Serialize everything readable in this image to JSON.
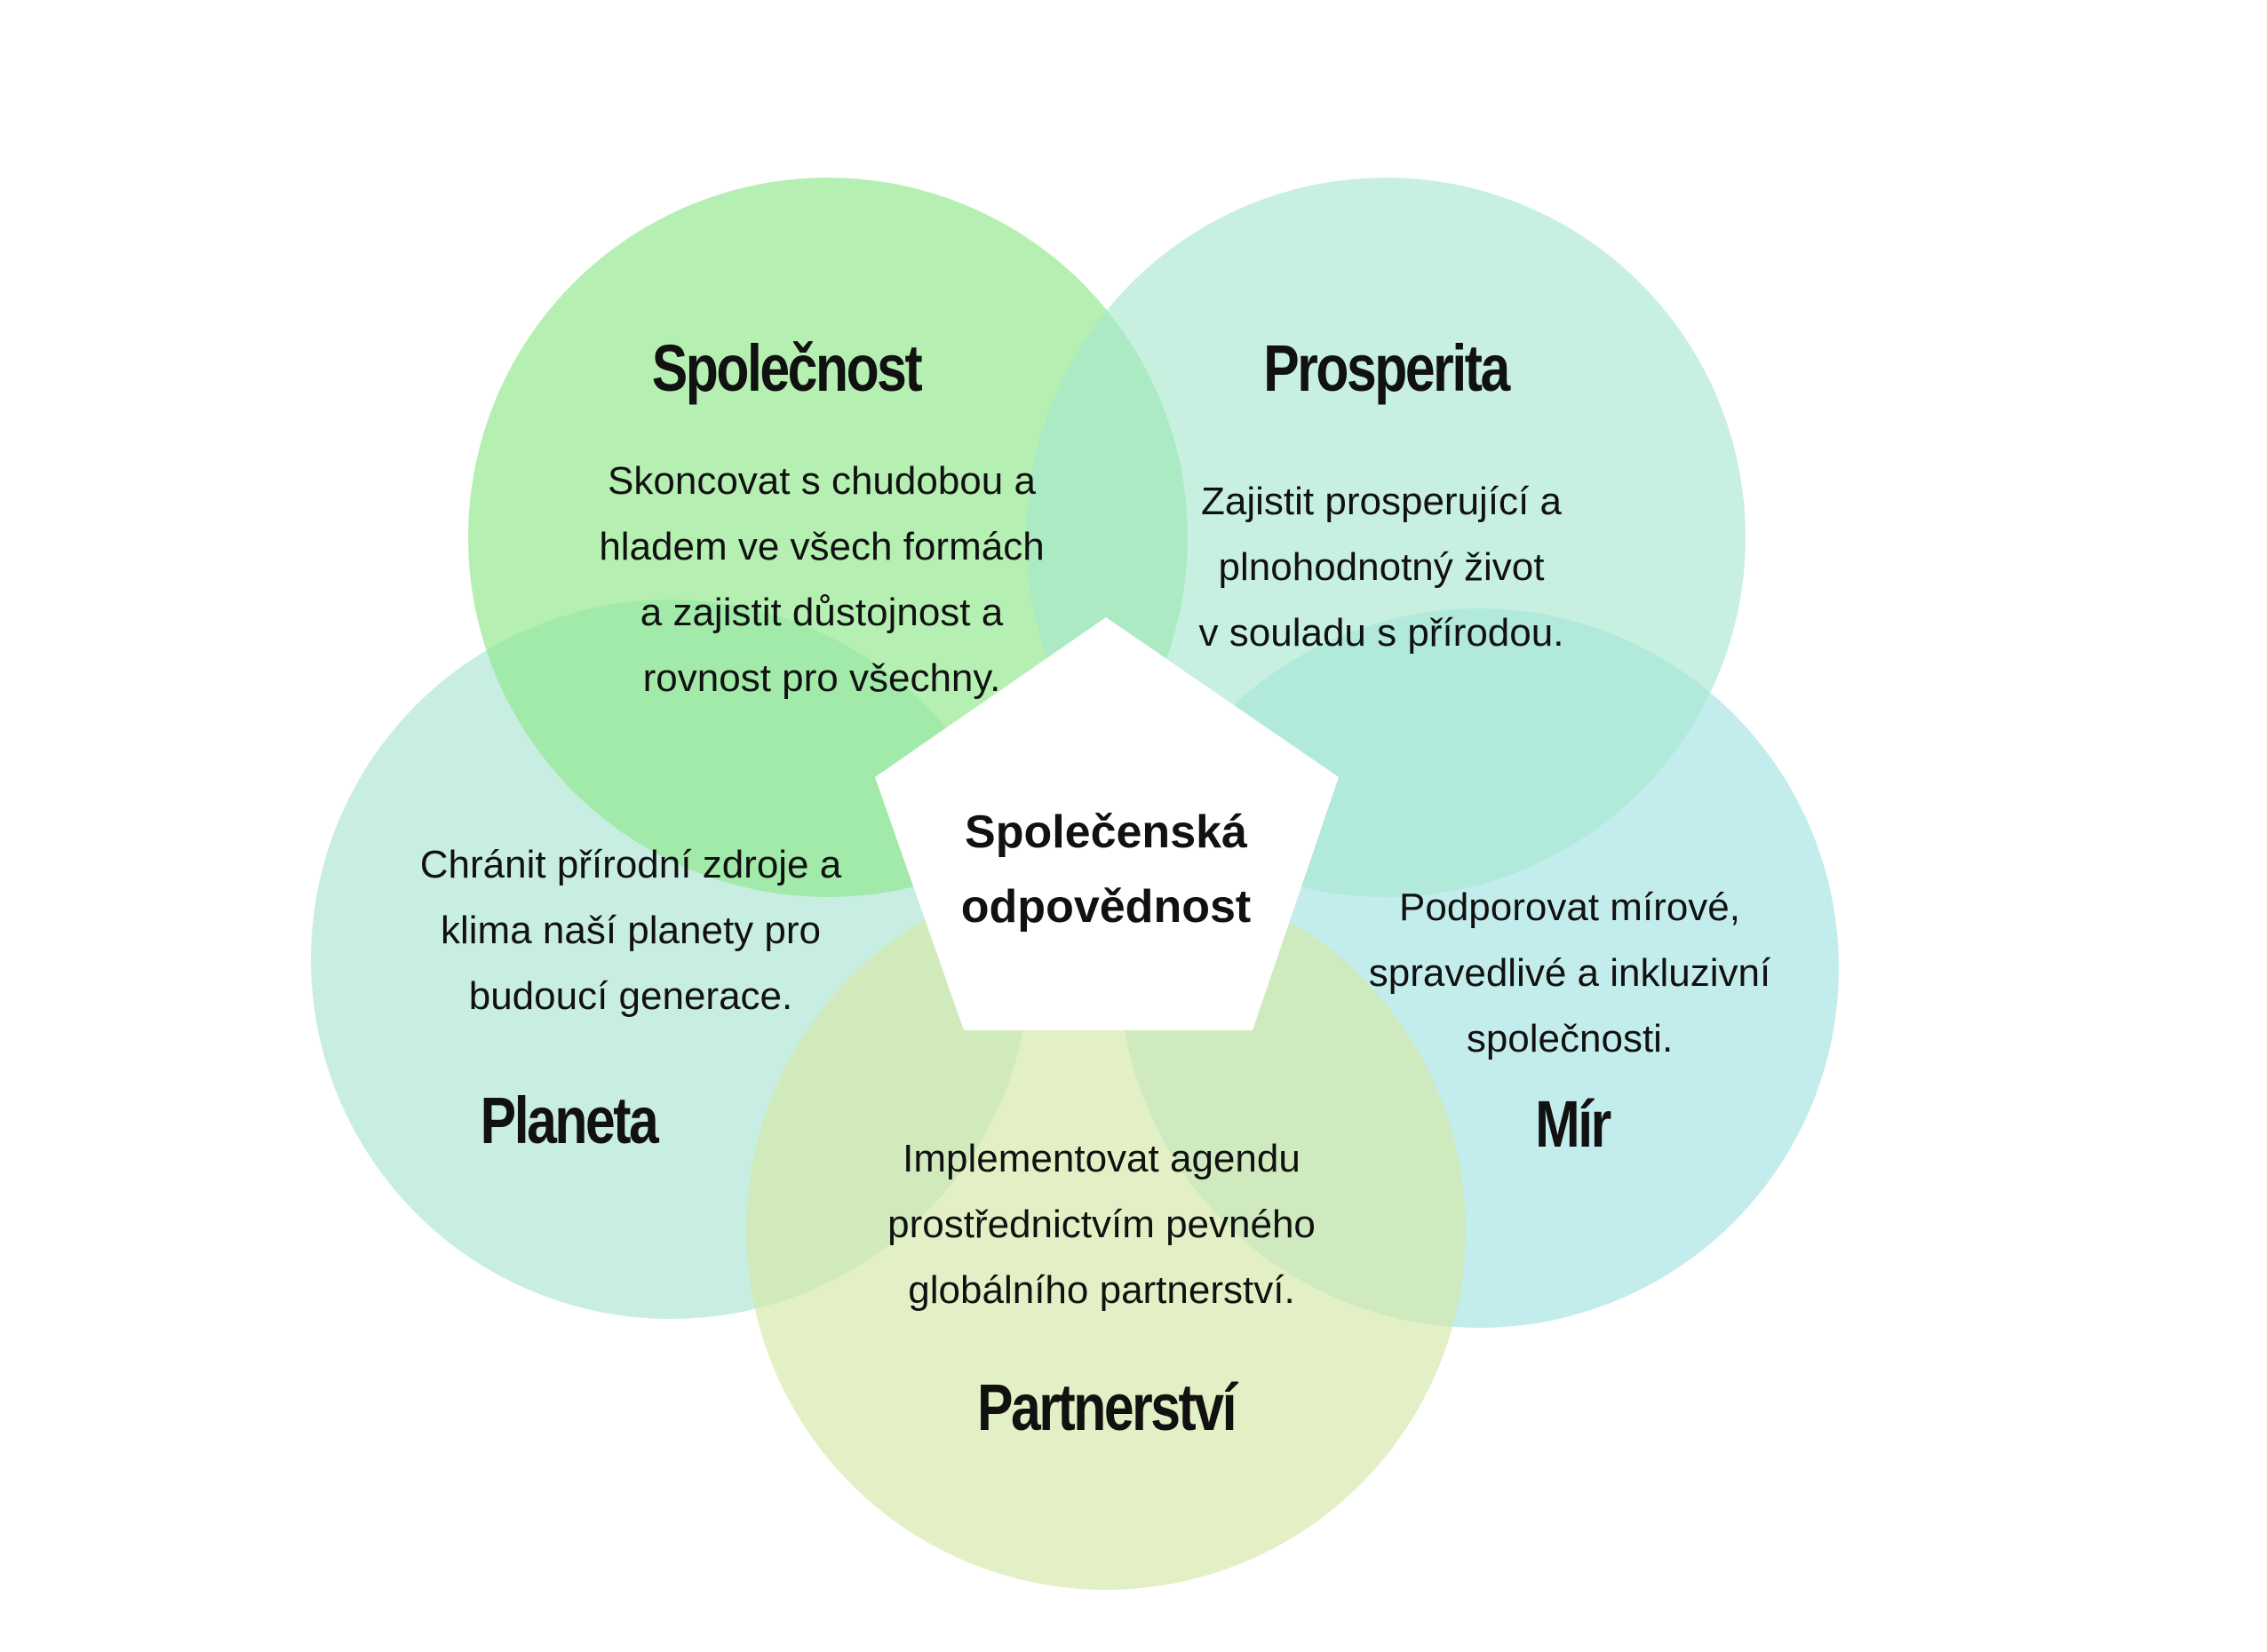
{
  "colors": {
    "spolecnost": "#8ee889",
    "prosperita": "#a6e6cf",
    "planeta": "#a6e3d4",
    "mir": "#9ee2e0",
    "partnerstvi": "#d4e8a6",
    "pentagon": "#ffffff",
    "text": "#111111"
  },
  "center": {
    "lines": [
      "Společenská",
      "odpovědnost"
    ]
  },
  "circles": {
    "spolecnost": {
      "title": "Společnost",
      "lines": [
        "Skoncovat s chudobou a",
        "hladem ve všech formách",
        "a zajistit důstojnost a",
        "rovnost pro všechny."
      ]
    },
    "prosperita": {
      "title": "Prosperita",
      "lines": [
        "Zajistit prosperující a",
        "plnohodnotný život",
        "v souladu s přírodou."
      ]
    },
    "planeta": {
      "title": "Planeta",
      "lines": [
        "Chránit přírodní zdroje a",
        "klima naší planety pro",
        "budoucí generace."
      ]
    },
    "mir": {
      "title": "Mír",
      "lines": [
        "Podporovat mírové,",
        "spravedlivé a inkluzivní",
        "společnosti."
      ]
    },
    "partnerstvi": {
      "title": "Partnerství",
      "lines": [
        "Implementovat agendu",
        "prostřednictvím pevného",
        "globálního partnerství."
      ]
    }
  }
}
